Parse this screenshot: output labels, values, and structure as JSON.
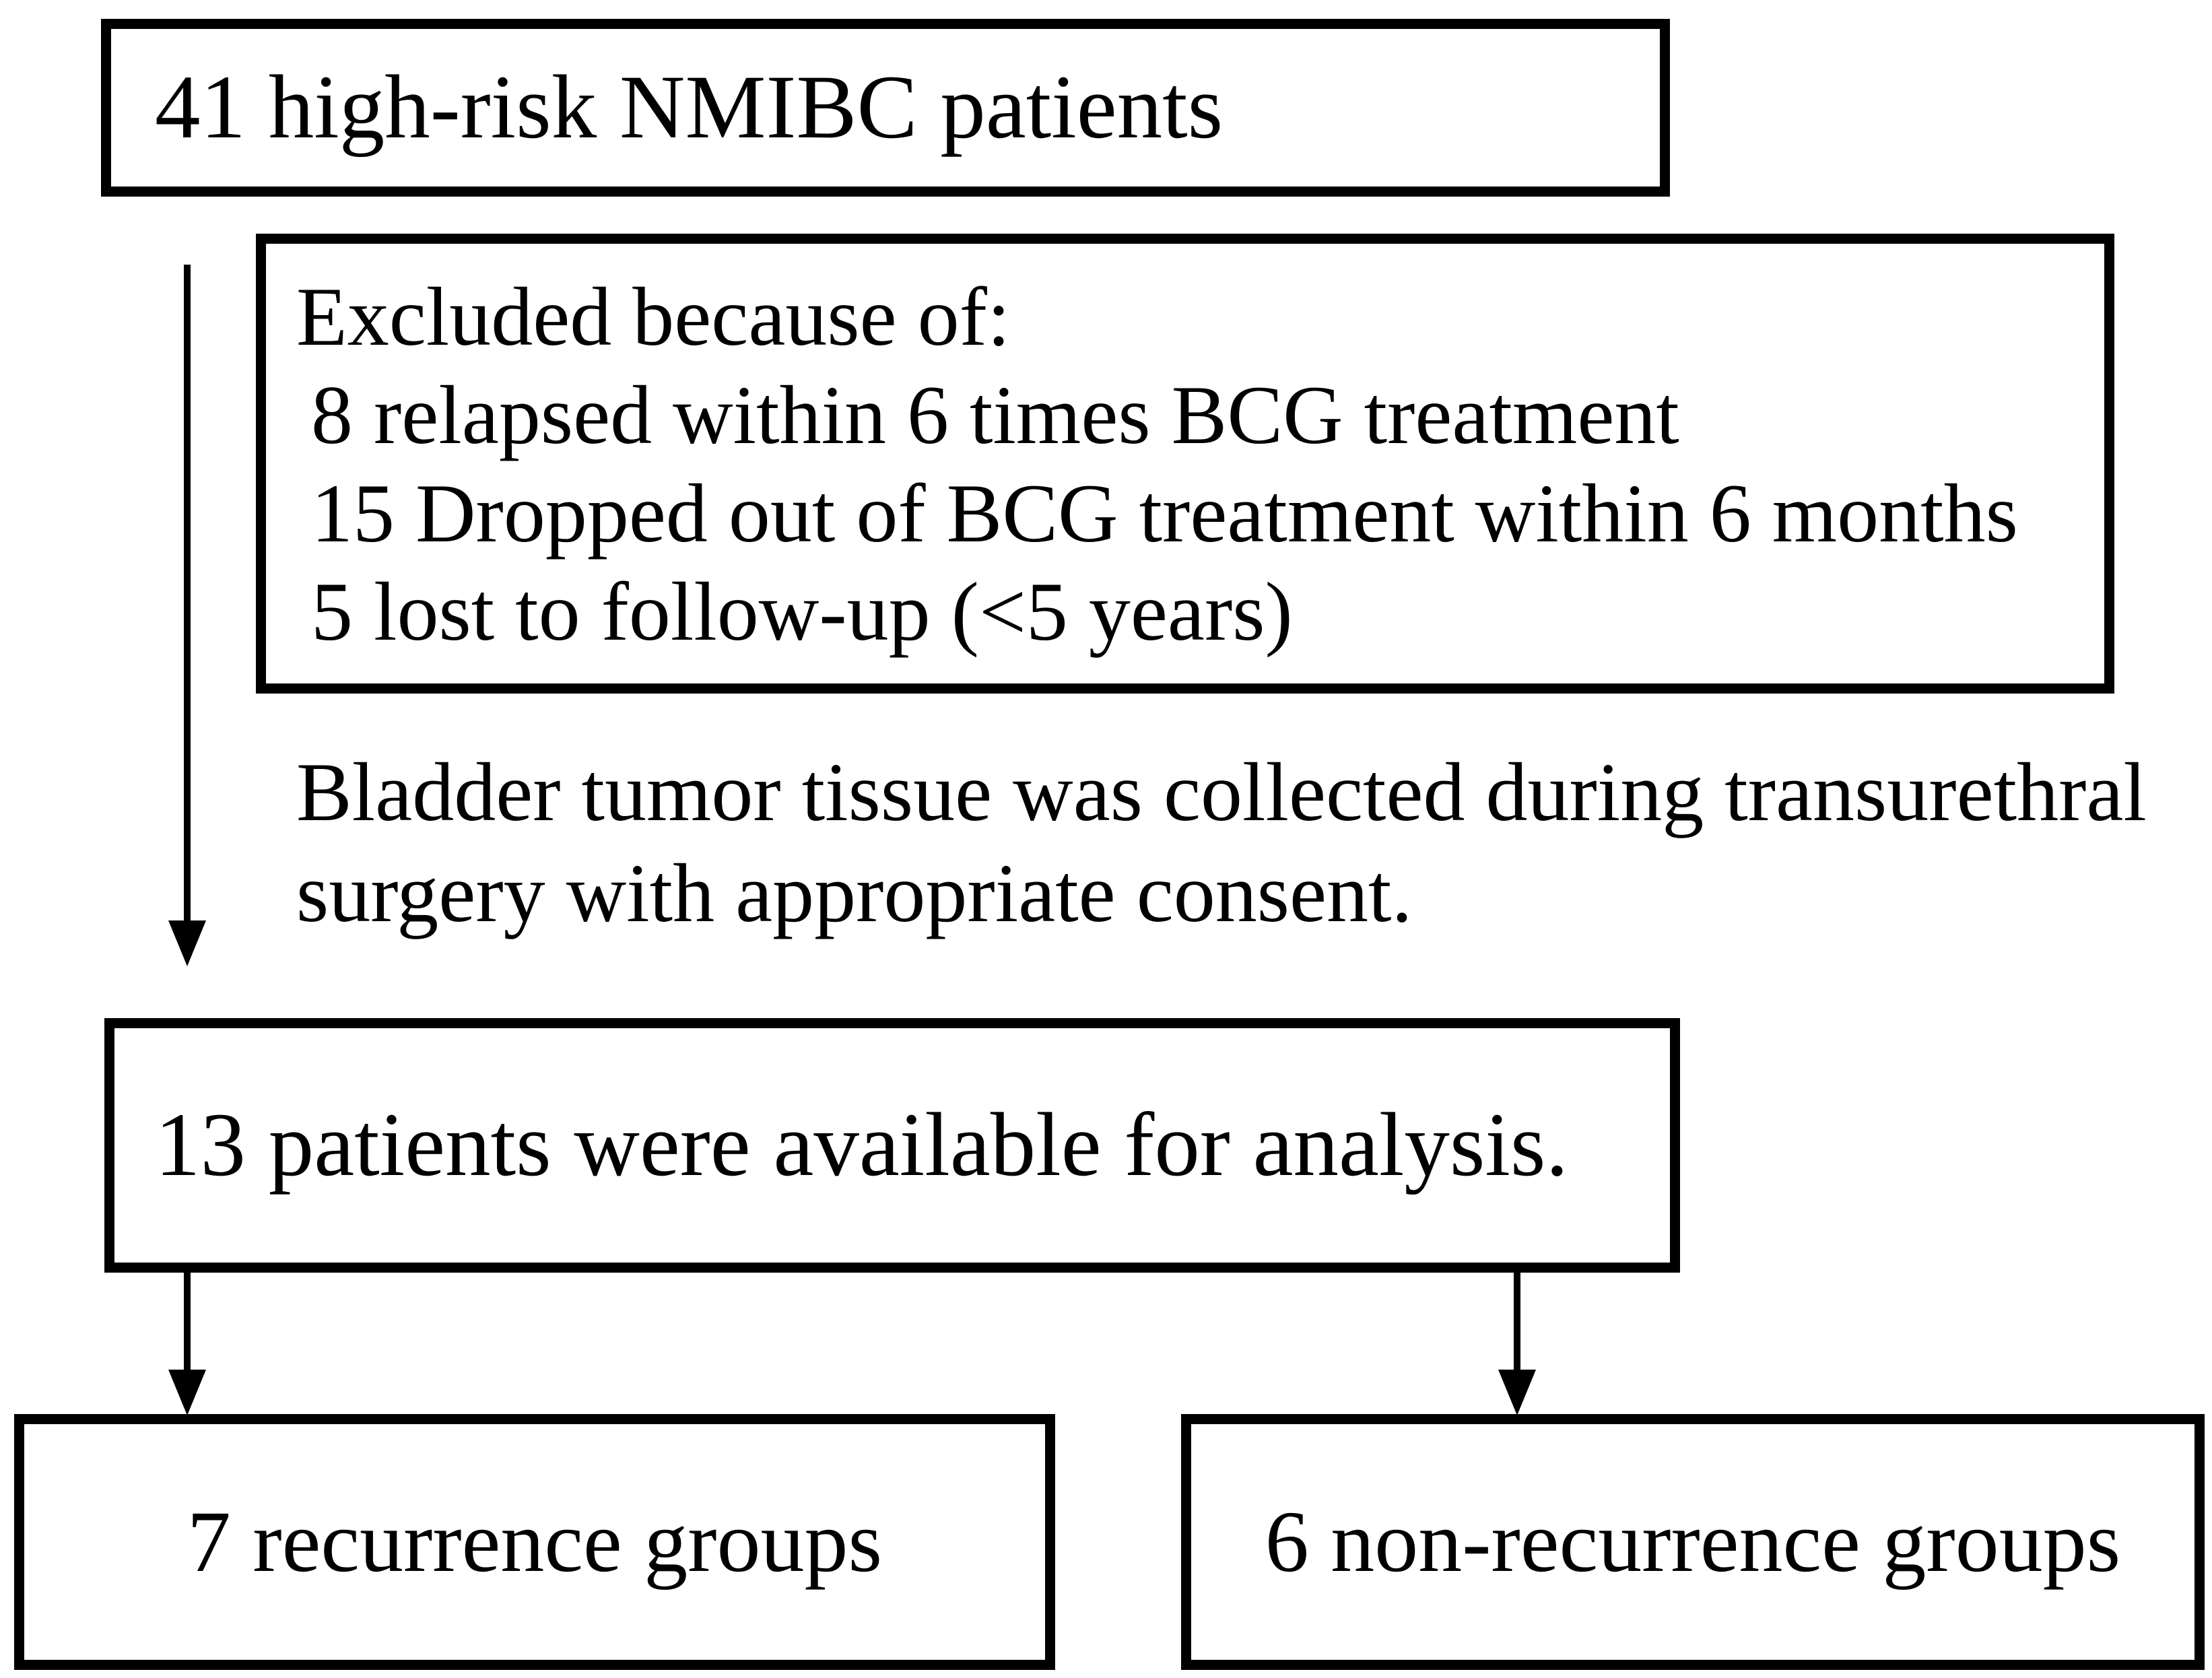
{
  "figure": {
    "type": "patient-flow-diagram",
    "colors": {
      "line": "#000000",
      "text": "#000000",
      "background": "#ffffff"
    },
    "boxes": {
      "total": {
        "text": "41 high-risk NMIBC patients"
      },
      "excluded": {
        "title": "Excluded because of:",
        "items": [
          "8 relapsed within 6 times BCG treatment",
          "15 Dropped out of BCG treatment within 6 months",
          "5 lost to follow-up (<5 years)"
        ]
      },
      "analysis": {
        "text": "13 patients were available for analysis."
      },
      "recurrence": {
        "text": "7 recurrence groups"
      },
      "non_recurrence": {
        "text": "6 non-recurrence groups"
      }
    },
    "note": {
      "lines": [
        "Bladder tumor tissue was collected during transurethral",
        "surgery with appropriate consent."
      ]
    }
  }
}
